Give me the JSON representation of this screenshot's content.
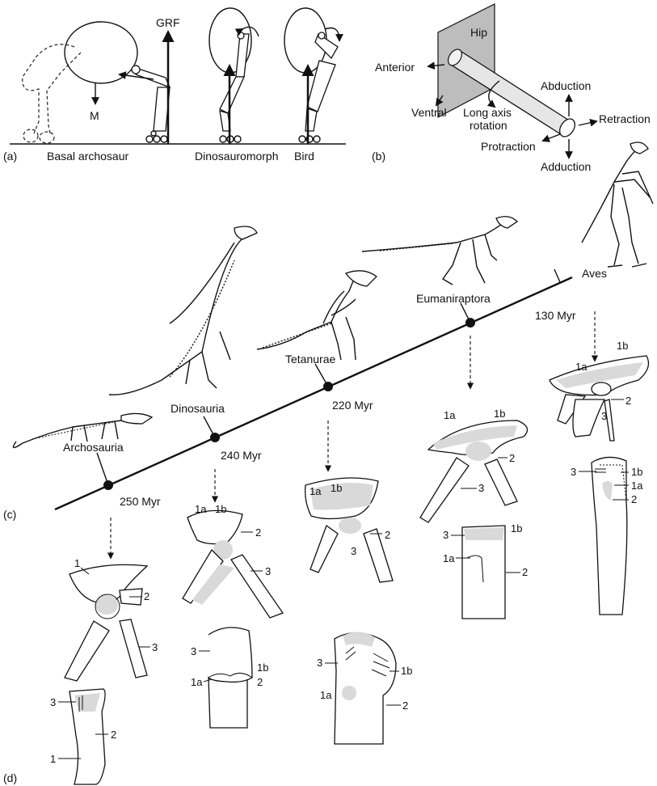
{
  "panel_a": {
    "label": "(a)",
    "grf": "GRF",
    "m": "M",
    "taxa": [
      "Basal archosaur",
      "Dinosauromorph",
      "Bird"
    ]
  },
  "panel_b": {
    "label": "(b)",
    "hip": "Hip",
    "anterior": "Anterior",
    "ventral": "Ventral",
    "long_axis_1": "Long axis",
    "long_axis_2": "rotation",
    "abduction": "Abduction",
    "adduction": "Adduction",
    "retraction": "Retraction",
    "protraction": "Protraction"
  },
  "panel_c": {
    "label": "(c)",
    "clades": [
      "Archosauria",
      "Dinosauria",
      "Tetanurae",
      "Eumaniraptora",
      "Aves"
    ],
    "nodes": [
      "250 Myr",
      "240 Myr",
      "220 Myr",
      "130 Myr"
    ]
  },
  "panel_d": {
    "label": "(d)",
    "archosauria": {
      "pelvis": [
        "1",
        "2",
        "3"
      ],
      "femur": [
        "3",
        "2",
        "1"
      ]
    },
    "dinosauria": {
      "pelvis": [
        "1a",
        "1b",
        "2",
        "3"
      ],
      "femur": [
        "3",
        "1a",
        "1b",
        "2"
      ]
    },
    "tetanurae": {
      "pelvis": [
        "1a",
        "1b",
        "2",
        "3"
      ],
      "femur": [
        "3",
        "1b",
        "1a",
        "2"
      ]
    },
    "eumaniraptora": {
      "pelvis": [
        "1a",
        "1b",
        "2",
        "3"
      ],
      "femur": [
        "3",
        "1b",
        "1a",
        "2"
      ]
    },
    "aves": {
      "pelvis": [
        "1a",
        "1b",
        "2",
        "3"
      ],
      "femur": [
        "3",
        "1b",
        "1a",
        "2"
      ]
    }
  }
}
